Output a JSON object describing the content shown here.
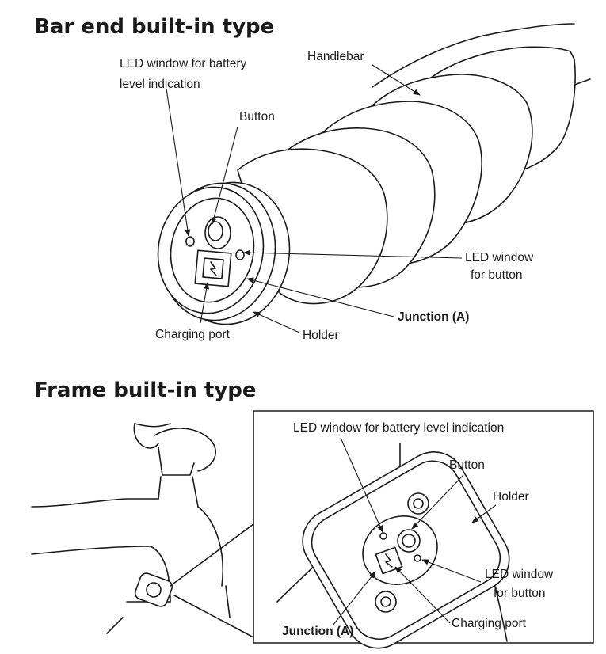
{
  "sections": {
    "bar_end": {
      "title": "Bar end built-in type",
      "labels": {
        "led_battery_line1": "LED window for battery",
        "led_battery_line2": "level indication",
        "handlebar": "Handlebar",
        "button": "Button",
        "led_button_line1": "LED window",
        "led_button_line2": "for button",
        "junction": "Junction (A)",
        "holder": "Holder",
        "charging_port": "Charging port"
      }
    },
    "frame": {
      "title": "Frame built-in type",
      "labels": {
        "led_battery": "LED window for battery level indication",
        "button": "Button",
        "holder": "Holder",
        "led_button_line1": "LED window",
        "led_button_line2": "for button",
        "charging_port": "Charging port",
        "junction": "Junction (A)"
      }
    }
  }
}
